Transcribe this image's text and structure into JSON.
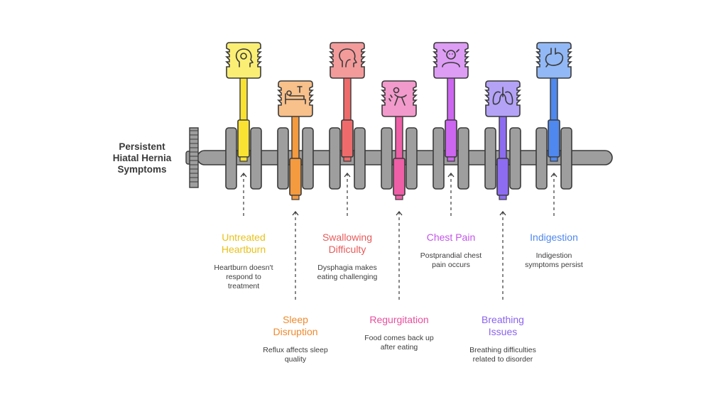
{
  "title": "Persistent\nHiatal Hernia\nSymptoms",
  "colors": {
    "shaft": "#9e9e9e",
    "outline": "#3a3a3a",
    "yellow": "#f7e21b",
    "orange": "#f49a3f",
    "red": "#ef6b6b",
    "pink": "#ee5fa7",
    "violet": "#cc66f0",
    "purple": "#8d6cf2",
    "blue": "#4f88ee"
  },
  "symptoms": [
    {
      "id": "untreated-heartburn",
      "title": "Untreated\nHeartburn",
      "description": "Heartburn doesn't\nrespond to\ntreatment",
      "color": "#e8c21a",
      "fill": "#f9e232",
      "head_fill": "#fbee74",
      "icon": "head-thinking-icon",
      "position": "top"
    },
    {
      "id": "sleep-disruption",
      "title": "Sleep\nDisruption",
      "description": "Reflux affects sleep\nquality",
      "color": "#ee8a2e",
      "fill": "#f49a3f",
      "head_fill": "#f8c08a",
      "icon": "bed-icon",
      "position": "bottom"
    },
    {
      "id": "swallowing-difficulty",
      "title": "Swallowing\nDifficulty",
      "description": "Dysphagia makes\neating challenging",
      "color": "#e85a5a",
      "fill": "#ef6b6b",
      "head_fill": "#f39b9b",
      "icon": "throat-icon",
      "position": "top"
    },
    {
      "id": "regurgitation",
      "title": "Regurgitation",
      "description": "Food comes back up\nafter eating",
      "color": "#e84f9c",
      "fill": "#ee5fa7",
      "head_fill": "#f29acb",
      "icon": "vomiting-person-icon",
      "position": "bottom"
    },
    {
      "id": "chest-pain",
      "title": "Chest Pain",
      "description": "Postprandial chest\npain occurs",
      "color": "#c355e8",
      "fill": "#cc66f0",
      "head_fill": "#dd9df5",
      "icon": "person-in-pain-icon",
      "position": "top"
    },
    {
      "id": "breathing-issues",
      "title": "Breathing\nIssues",
      "description": "Breathing difficulties\nrelated to disorder",
      "color": "#8a63ee",
      "fill": "#8d6cf2",
      "head_fill": "#b3a2f6",
      "icon": "lungs-icon",
      "position": "bottom"
    },
    {
      "id": "indigestion",
      "title": "Indigestion",
      "description": "Indigestion\nsymptoms persist",
      "color": "#4f88ee",
      "fill": "#4f88ee",
      "head_fill": "#92b8f5",
      "icon": "stomach-icon",
      "position": "top"
    }
  ]
}
